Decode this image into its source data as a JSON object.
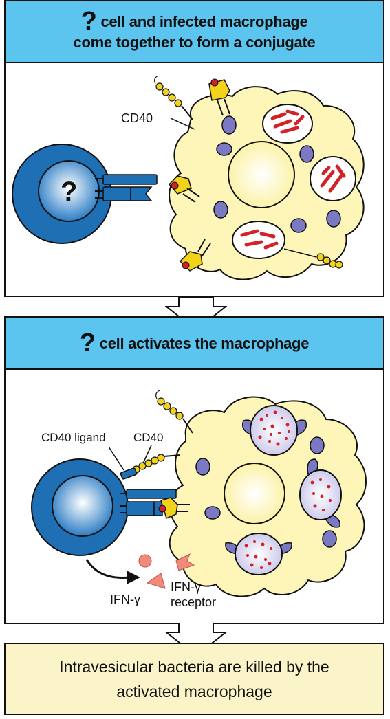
{
  "panel1": {
    "title_line1": "cell and infected macrophage",
    "title_line2": "come together to form a conjugate",
    "label_cd40": "CD40",
    "unknown_mark": "?"
  },
  "panel2": {
    "title": "cell activates the macrophage",
    "label_cd40_ligand": "CD40 ligand",
    "label_cd40": "CD40",
    "label_ifn": "IFN-γ",
    "label_ifn_receptor_line1": "IFN-γ",
    "label_ifn_receptor_line2": "receptor",
    "unknown_mark": "?"
  },
  "result": {
    "text_line1": "Intravesicular bacteria are killed by the",
    "text_line2": "activated macrophage"
  },
  "colors": {
    "header_blue": "#5bc5ef",
    "cell_blue": "#1f6fb5",
    "macrophage_yellow": "#fdf6b8",
    "vesicle_purple": "#7b78c4",
    "bacteria_red": "#d42027",
    "receptor_yellow": "#f2d21a",
    "result_bg": "#fbf4c8"
  }
}
